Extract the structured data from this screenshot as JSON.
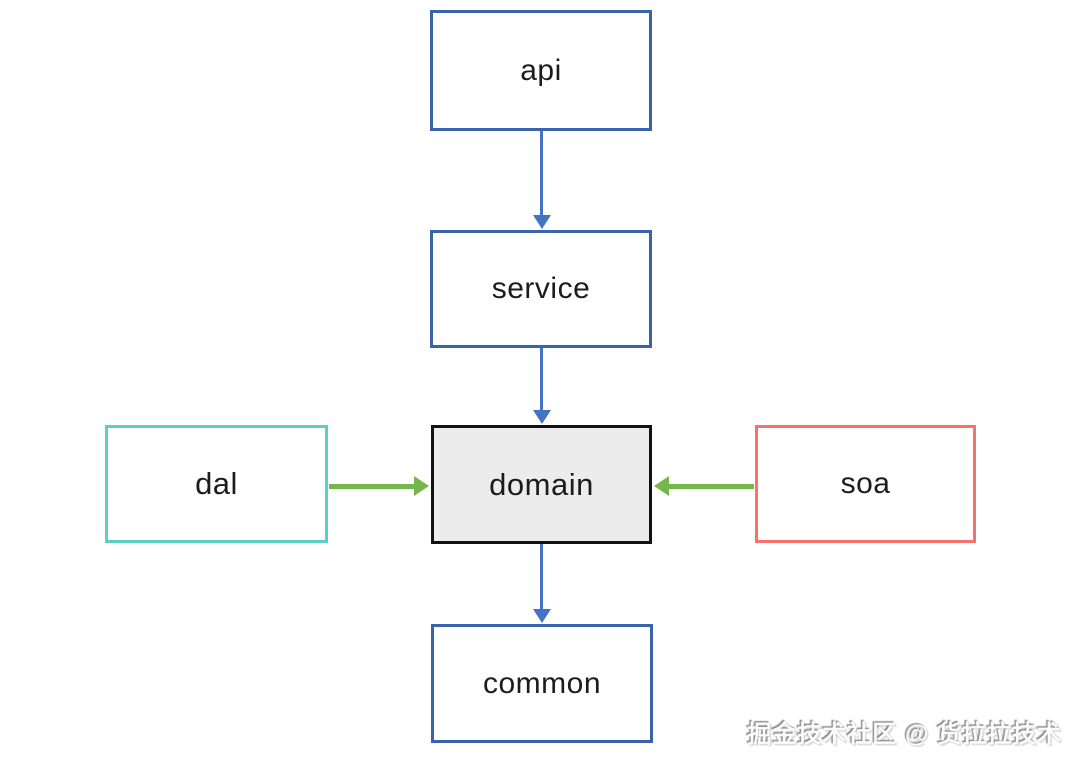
{
  "diagram": {
    "type": "dependency-flowchart",
    "nodes": [
      {
        "id": "api",
        "label": "api",
        "border_color": "#3b63ab",
        "fill": "#ffffff"
      },
      {
        "id": "service",
        "label": "service",
        "border_color": "#3b63ab",
        "fill": "#ffffff"
      },
      {
        "id": "domain",
        "label": "domain",
        "border_color": "#121212",
        "fill": "#ececec"
      },
      {
        "id": "dal",
        "label": "dal",
        "border_color": "#5ecfc3",
        "fill": "#ffffff"
      },
      {
        "id": "soa",
        "label": "soa",
        "border_color": "#f8716b",
        "fill": "#ffffff"
      },
      {
        "id": "common",
        "label": "common",
        "border_color": "#3b63ab",
        "fill": "#ffffff"
      }
    ],
    "edges": [
      {
        "from": "api",
        "to": "domain-direction-service",
        "target": "service",
        "color": "#4472c4",
        "direction": "down"
      },
      {
        "from": "service",
        "to": "domain",
        "target": "domain",
        "color": "#4472c4",
        "direction": "down"
      },
      {
        "from": "dal",
        "to": "domain",
        "target": "domain",
        "color": "#74b74a",
        "direction": "right"
      },
      {
        "from": "soa",
        "to": "domain",
        "target": "domain",
        "color": "#74b74a",
        "direction": "left"
      },
      {
        "from": "domain",
        "to": "common",
        "target": "common",
        "color": "#4472c4",
        "direction": "down"
      }
    ],
    "colors": {
      "blue_node_border": "#3b63ab",
      "blue_arrow": "#4472c4",
      "green_arrow": "#74b74a",
      "teal_node_border": "#5ecfc3",
      "red_node_border": "#f8716b",
      "black_node_border": "#121212",
      "domain_fill": "#ececec",
      "background": "#ffffff"
    }
  },
  "watermark": {
    "text": "掘金技术社区 @ 货拉拉技术"
  }
}
